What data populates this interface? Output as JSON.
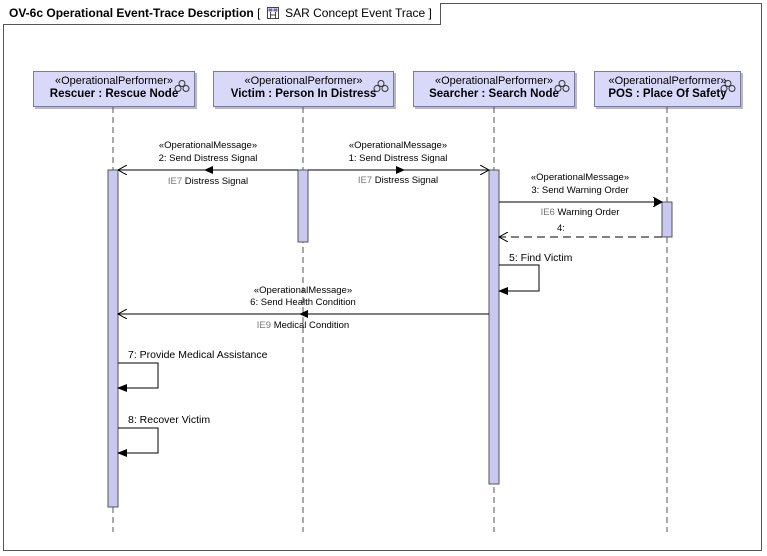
{
  "diagram": {
    "title": "OV-6c Operational Event-Trace Description",
    "bracket_open": "[",
    "diagram_name": "SAR Concept Event Trace",
    "bracket_close": "]",
    "diagram_icon": "sequence-diagram-icon"
  },
  "lifelines": [
    {
      "stereotype": "«OperationalPerformer»",
      "name": "Rescuer : Rescue Node",
      "icon": "performer-icon"
    },
    {
      "stereotype": "«OperationalPerformer»",
      "name": "Victim : Person In Distress",
      "icon": "performer-icon"
    },
    {
      "stereotype": "«OperationalPerformer»",
      "name": "Searcher : Search Node",
      "icon": "performer-icon"
    },
    {
      "stereotype": "«OperationalPerformer»",
      "name": "POS : Place Of Safety",
      "icon": "performer-icon"
    }
  ],
  "messages": [
    {
      "stereotype": "«OperationalMessage»",
      "label": "1:  Send Distress Signal",
      "ie_id": "IE7",
      "ie_name": "Distress Signal"
    },
    {
      "stereotype": "«OperationalMessage»",
      "label": "2:  Send Distress Signal",
      "ie_id": "IE7",
      "ie_name": "Distress Signal"
    },
    {
      "stereotype": "«OperationalMessage»",
      "label": "3:  Send Warning Order",
      "ie_id": "IE6",
      "ie_name": "Warning Order"
    },
    {
      "label": "4:"
    },
    {
      "label": "5:  Find Victim"
    },
    {
      "stereotype": "«OperationalMessage»",
      "label": "6:  Send Health Condition",
      "ie_id": "IE9",
      "ie_name": "Medical Condition"
    },
    {
      "label": "7:  Provide Medical Assistance"
    },
    {
      "label": "8:  Recover Victim"
    }
  ],
  "colors": {
    "lifeline_fill": "#d8d8f8",
    "activation_fill": "#c8c8f0",
    "line": "#555555"
  }
}
